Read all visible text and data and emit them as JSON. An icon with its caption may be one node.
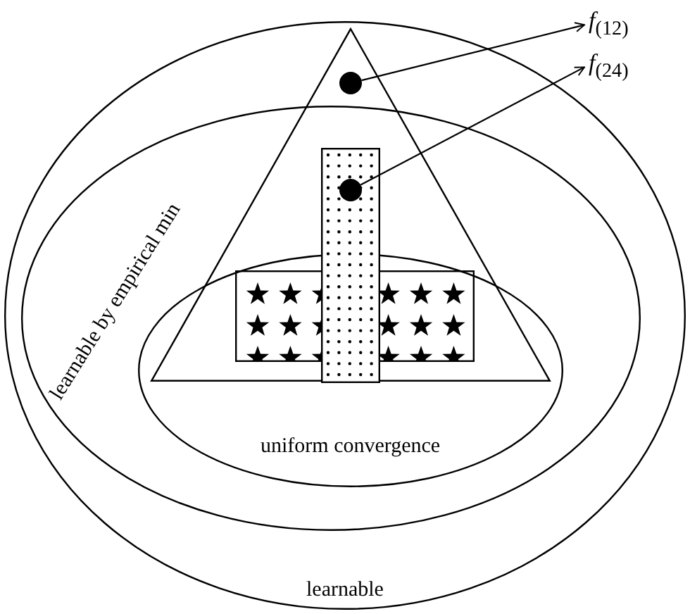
{
  "diagram": {
    "nodes": [
      {
        "text": [
          "learnable"
        ]
      },
      {
        "text": [
          "learnable by empirical min"
        ],
        "in": 0
      },
      {
        "text": [
          "uniform convergence"
        ],
        "in": 1
      },
      {
        "text": [],
        "shape": "triangle",
        "in": 0
      },
      {
        "text": [],
        "shape": "box"
      },
      {
        "text": [],
        "shape": "box"
      },
      {
        "text": [],
        "shape": "circle",
        "in": 3
      },
      {
        "text": [],
        "shape": "circle",
        "in": 5
      },
      {
        "text": [
          "*f*$_{(12)}$"
        ]
      },
      {
        "text": [
          "*f*$_{(24)}$"
        ]
      }
    ],
    "edges": [
      {
        "from": 6,
        "to": 8,
        "arrow": "to"
      },
      {
        "from": 7,
        "to": 9,
        "arrow": "to"
      }
    ]
  }
}
